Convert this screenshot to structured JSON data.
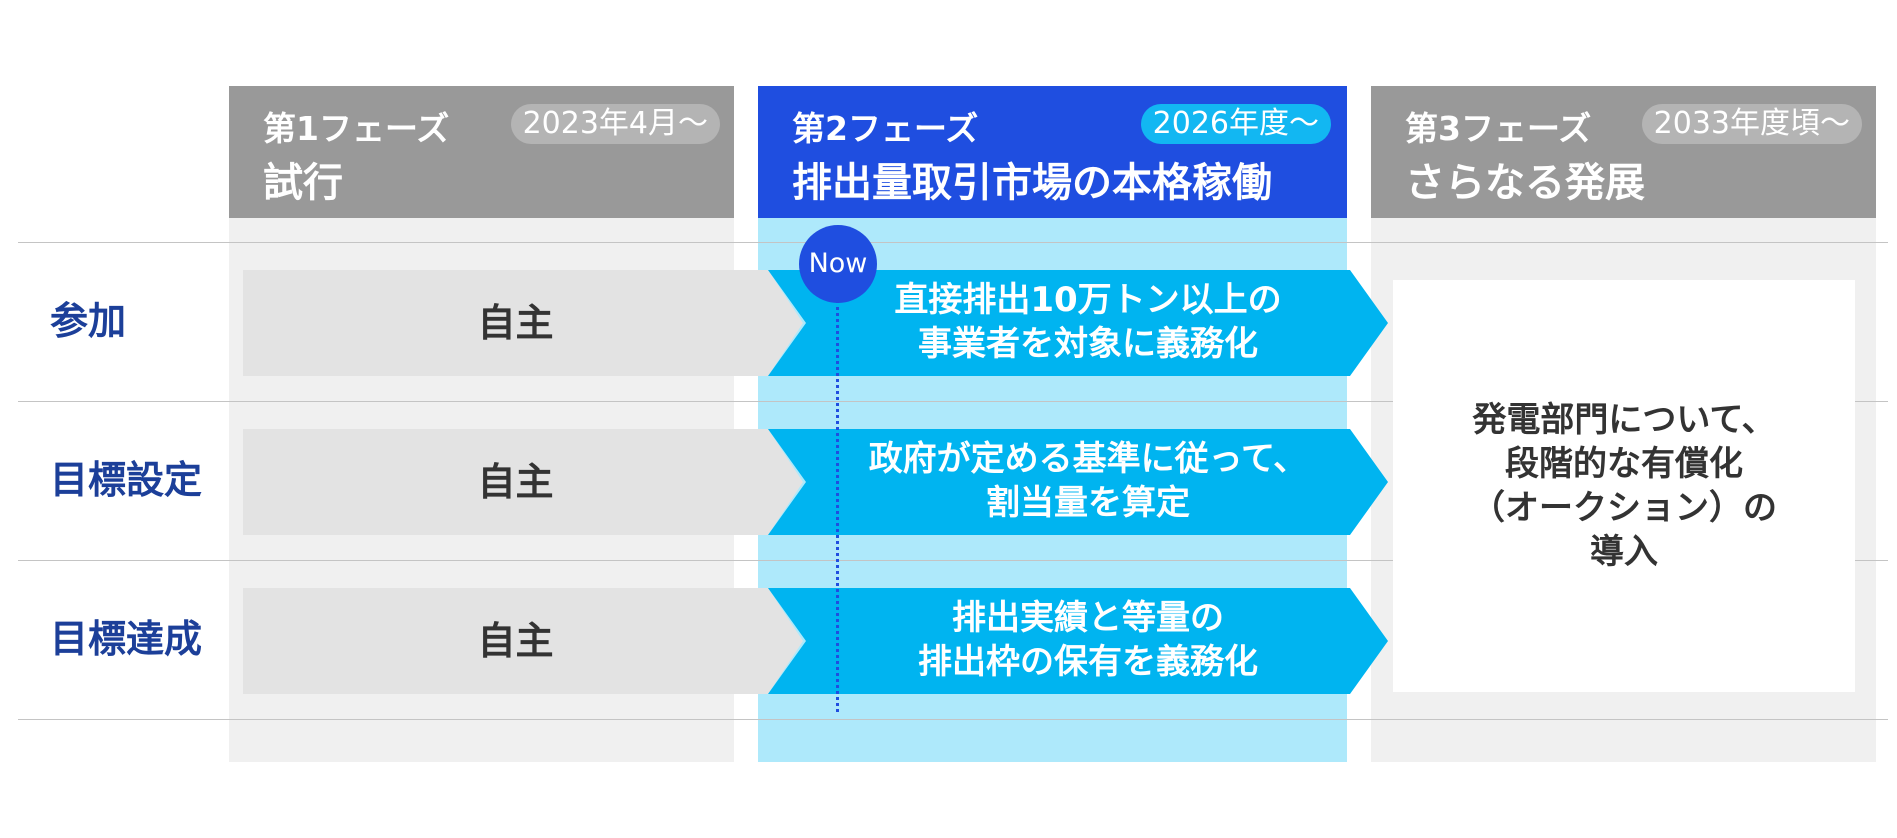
{
  "phases": [
    {
      "name": "第1フェーズ",
      "date": "2023年4月〜",
      "title": "試行"
    },
    {
      "name": "第2フェーズ",
      "date": "2026年度〜",
      "title": "排出量取引市場の本格稼働"
    },
    {
      "name": "第3フェーズ",
      "date": "2033年度頃〜",
      "title": "さらなる発展"
    }
  ],
  "rows": [
    {
      "label": "参加",
      "phase1": "自主",
      "phase2": [
        "直接排出10万トン以上の",
        "事業者を対象に義務化"
      ]
    },
    {
      "label": "目標設定",
      "phase1": "自主",
      "phase2": [
        "政府が定める基準に従って、",
        "割当量を算定"
      ]
    },
    {
      "label": "目標達成",
      "phase1": "自主",
      "phase2": [
        "排出実績と等量の",
        "排出枠の保有を義務化"
      ]
    }
  ],
  "phase3_note": [
    "発電部門について、",
    "段階的な有償化",
    "（オークション）の",
    "導入"
  ],
  "now_label": "Now",
  "colors": {
    "phase_inactive": "#999999",
    "phase_active": "#1f4ee0",
    "active_column_bg": "#aee9fb",
    "obligation_arrow": "#00b4f0",
    "voluntary_arrow": "#e3e3e3",
    "row_label": "#1c3f99"
  }
}
